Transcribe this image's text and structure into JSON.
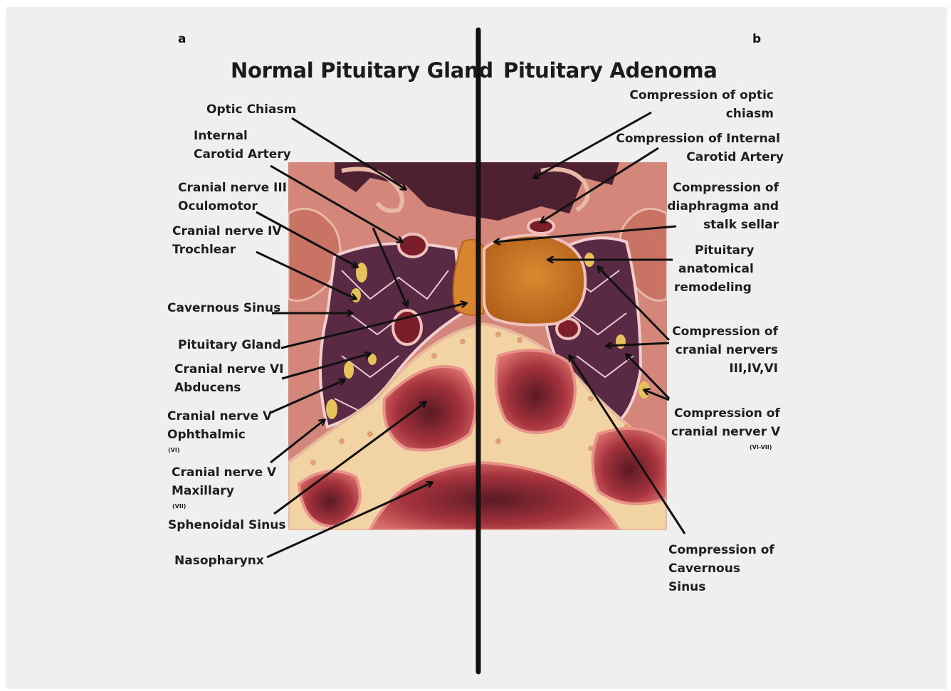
{
  "panels": {
    "left_letter": "a",
    "right_letter": "b",
    "left_title": "Normal Pituitary Gland",
    "right_title": "Pituitary Adenoma"
  },
  "labels_left": {
    "optic_chiasm": "Optic Chiasm",
    "internal_carotid_1": "Internal",
    "internal_carotid_2": "Carotid Artery",
    "cn3_1": "Cranial nerve III",
    "cn3_2": "Oculomotor",
    "cn4_1": "Cranial nerve IV",
    "cn4_2": "Trochlear",
    "cavernous_sinus": "Cavernous Sinus",
    "pituitary_gland": "Pituitary Gland",
    "cn6_1": "Cranial nerve VI",
    "cn6_2": "Abducens",
    "cn5_oph_1": "Cranial nerve V",
    "cn5_oph_2": "Ophthalmic",
    "cn5_oph_sub": "(VI)",
    "cn5_max_1": "Cranial nerve V",
    "cn5_max_2": "Maxillary",
    "cn5_max_sub": "(VII)",
    "sphenoidal_sinus": "Sphenoidal Sinus",
    "nasopharynx": "Nasopharynx"
  },
  "labels_right": {
    "comp_optic_1": "Compression of optic",
    "comp_optic_2": "chiasm",
    "comp_ica_1": "Compression of Internal",
    "comp_ica_2": "Carotid Artery",
    "comp_diaph_1": "Compression of",
    "comp_diaph_2": "diaphragma and",
    "comp_diaph_3": "stalk sellar",
    "remodel_1": "Pituitary",
    "remodel_2": "anatomical",
    "remodel_3": "remodeling",
    "comp_cn_1": "Compression of",
    "comp_cn_2": "cranial nervers",
    "comp_cn_3": "III,IV,VI",
    "comp_cn5_1": "Compression of",
    "comp_cn5_2": "cranial nerver V",
    "comp_cn5_sub": "(VI-VII)",
    "comp_cav_1": "Compression of",
    "comp_cav_2": "Cavernous",
    "comp_cav_3": "Sinus"
  },
  "colors": {
    "background": "#efefef",
    "tissue": "#d4867a",
    "sinus_dark": "#4d2130",
    "bone": "#f1d3a4",
    "gland": "#d9842f",
    "adenoma": "#c8731f",
    "nerve": "#e7c25a",
    "cavity": "#b8404a"
  }
}
